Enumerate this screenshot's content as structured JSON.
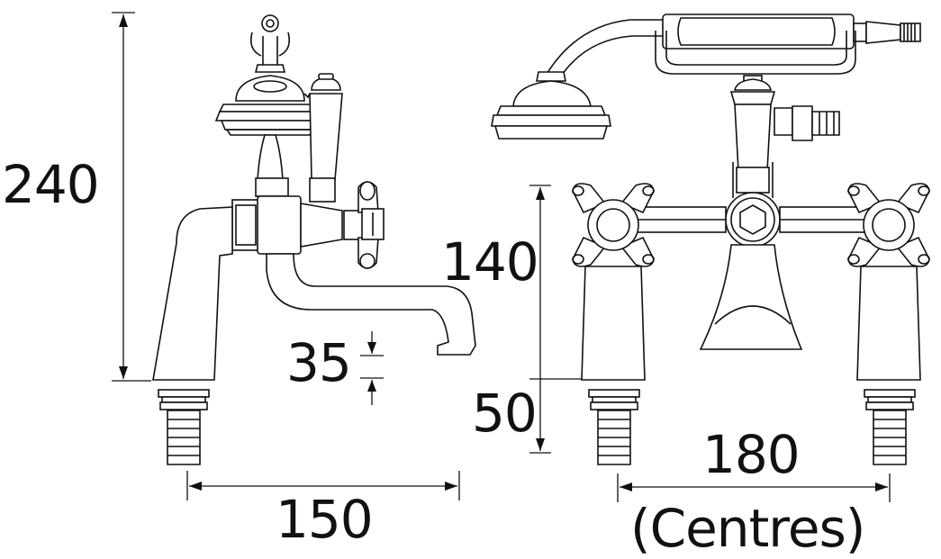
{
  "dimensions": {
    "overall_height": "240",
    "pillar_height": "140",
    "spout_drop": "35",
    "tail_length": "50",
    "projection": "150",
    "centres_value": "180",
    "centres_label": "(Centres)"
  },
  "colors": {
    "line": "#111111",
    "background": "#ffffff"
  }
}
